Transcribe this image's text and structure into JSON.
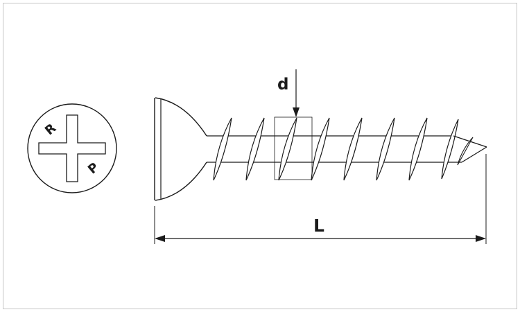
{
  "colors": {
    "ink": "#1b1b1b",
    "border": "#c0c0c0",
    "background": "#ffffff"
  },
  "head_view": {
    "letter_upper": "R",
    "letter_lower": "P"
  },
  "dimensions": {
    "diameter_label": "d",
    "length_label": "L"
  }
}
